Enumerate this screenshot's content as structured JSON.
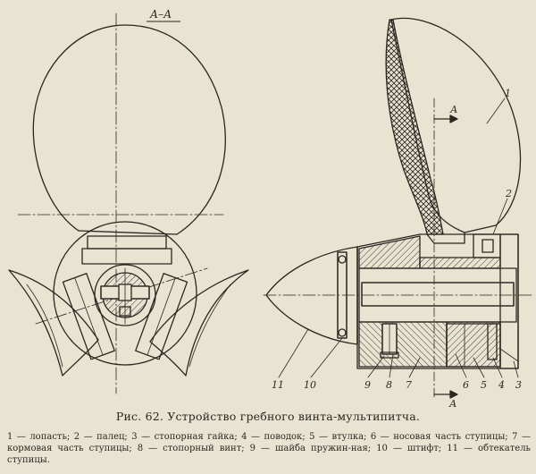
{
  "figure": {
    "section_label": "А–А",
    "arrow_letter_top": "А",
    "arrow_letter_bottom": "А",
    "labels": [
      "1",
      "2",
      "3",
      "4",
      "5",
      "6",
      "7",
      "8",
      "9",
      "10",
      "11"
    ],
    "caption": "Рис. 62. Устройство гребного винта-мультипитча.",
    "legend": "1 — лопасть; 2 — палец; 3 — стопорная гайка; 4 — поводок; 5 — втулка; 6 — носовая часть ступицы; 7 — кормовая часть ступицы; 8 — стопорный винт; 9 — шайба пружин-ная; 10 — штифт; 11 — обтекатель ступицы."
  },
  "colors": {
    "paper": "#e9e3d2",
    "ink": "#2b2620"
  }
}
